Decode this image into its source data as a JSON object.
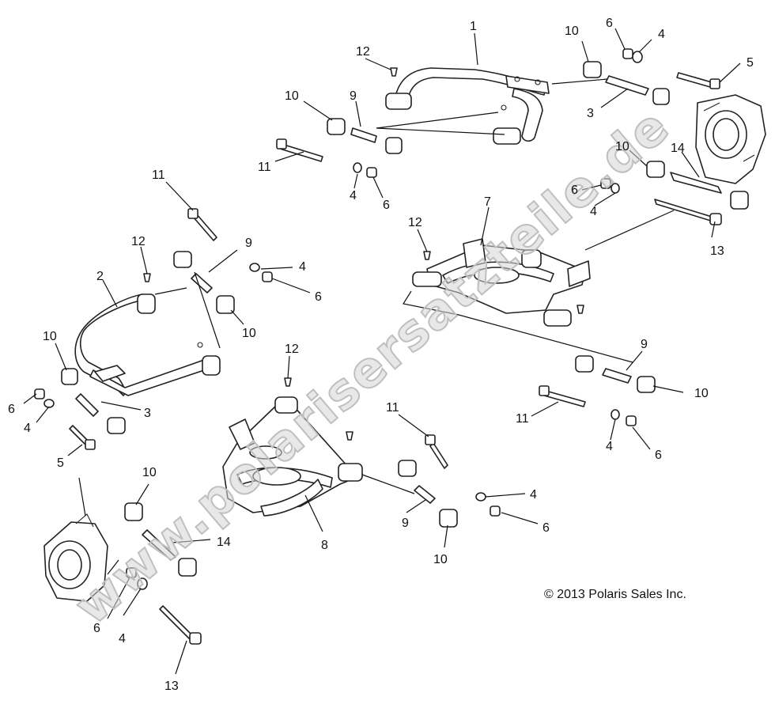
{
  "watermark": "www.polarisersatzteile.de",
  "copyright": "© 2013 Polaris Sales Inc.",
  "callouts": [
    {
      "id": "c1",
      "label": "1"
    },
    {
      "id": "c2",
      "label": "2"
    },
    {
      "id": "c3a",
      "label": "3"
    },
    {
      "id": "c3b",
      "label": "3"
    },
    {
      "id": "c4a",
      "label": "4"
    },
    {
      "id": "c4b",
      "label": "4"
    },
    {
      "id": "c4c",
      "label": "4"
    },
    {
      "id": "c4d",
      "label": "4"
    },
    {
      "id": "c4e",
      "label": "4"
    },
    {
      "id": "c4f",
      "label": "4"
    },
    {
      "id": "c4g",
      "label": "4"
    },
    {
      "id": "c4h",
      "label": "4"
    },
    {
      "id": "c5a",
      "label": "5"
    },
    {
      "id": "c5b",
      "label": "5"
    },
    {
      "id": "c6a",
      "label": "6"
    },
    {
      "id": "c6b",
      "label": "6"
    },
    {
      "id": "c6c",
      "label": "6"
    },
    {
      "id": "c6d",
      "label": "6"
    },
    {
      "id": "c6e",
      "label": "6"
    },
    {
      "id": "c6f",
      "label": "6"
    },
    {
      "id": "c6g",
      "label": "6"
    },
    {
      "id": "c6h",
      "label": "6"
    },
    {
      "id": "c7",
      "label": "7"
    },
    {
      "id": "c8",
      "label": "8"
    },
    {
      "id": "c9a",
      "label": "9"
    },
    {
      "id": "c9b",
      "label": "9"
    },
    {
      "id": "c9c",
      "label": "9"
    },
    {
      "id": "c9d",
      "label": "9"
    },
    {
      "id": "c10a",
      "label": "10"
    },
    {
      "id": "c10b",
      "label": "10"
    },
    {
      "id": "c10c",
      "label": "10"
    },
    {
      "id": "c10d",
      "label": "10"
    },
    {
      "id": "c10e",
      "label": "10"
    },
    {
      "id": "c10f",
      "label": "10"
    },
    {
      "id": "c10g",
      "label": "10"
    },
    {
      "id": "c10h",
      "label": "10"
    },
    {
      "id": "c11a",
      "label": "11"
    },
    {
      "id": "c11b",
      "label": "11"
    },
    {
      "id": "c11c",
      "label": "11"
    },
    {
      "id": "c11d",
      "label": "11"
    },
    {
      "id": "c12a",
      "label": "12"
    },
    {
      "id": "c12b",
      "label": "12"
    },
    {
      "id": "c12c",
      "label": "12"
    },
    {
      "id": "c12d",
      "label": "12"
    },
    {
      "id": "c13a",
      "label": "13"
    },
    {
      "id": "c13b",
      "label": "13"
    },
    {
      "id": "c14a",
      "label": "14"
    },
    {
      "id": "c14b",
      "label": "14"
    }
  ]
}
